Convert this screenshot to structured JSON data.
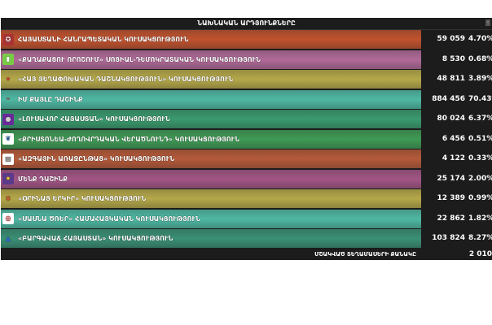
{
  "header": {
    "title": "ՆԱԽՆԱԿԱՆ ԱՐԴՅՈՒՆՔՆԵՐԸ"
  },
  "rows": [
    {
      "name": "ՀԱՅԱՍՏԱՆԻ ՀԱՆՐԱՊԵՏԱԿԱՆ ԿՈՒՍԱԿՑՈՒԹՅՈՒՆ",
      "votes": "59 059",
      "percent": "4.70%",
      "color": "#c0532f"
    },
    {
      "name": "«ՔԱՂԱՔԱՑՈՒ ՈՐՈՇՈՒՄ» ՍՈՑԻԱԼ-ԴԵՄՈԿՐԱՏԱԿԱՆ ԿՈՒՍԱԿՑՈՒԹՅՈՒՆ",
      "votes": "8 530",
      "percent": "0.68%",
      "color": "#b06a98"
    },
    {
      "name": "«ՀԱՅ ՅԵՂԱՓՈԽԱԿԱՆ ԴԱՇՆԱԿՑՈՒԹՅՈՒՆ» ԿՈՒՍԱԿՑՈՒԹՅՈՒՆ",
      "votes": "48 811",
      "percent": "3.89%",
      "color": "#b5a84a"
    },
    {
      "name": "ԻՄ ՔԱՅԼԸ ԴԱՇԻՆՔ",
      "votes": "884 456",
      "percent": "70.43%",
      "color": "#4fb8a3"
    },
    {
      "name": "«ԼՈՒՍԱՎՈՐ ՀԱՅԱՍՏԱՆ» ԿՈՒՍԱԿՑՈՒԹՅՈՒՆ",
      "votes": "80 024",
      "percent": "6.37%",
      "color": "#3a9a6e"
    },
    {
      "name": "«ՔՐԻՍՏՈՆԵԱ-ԺՈՂՈՎՐԴԱԿԱՆ ՎԵՐԱԾՆՈՒՆԴ» ԿՈՒՍԱԿՑՈՒԹՅՈՒՆ",
      "votes": "6 456",
      "percent": "0.51%",
      "color": "#3f9a55"
    },
    {
      "name": "«ԱԶԳԱՅԻՆ ԱՌԱՋԸՆԹԱՑ» ԿՈՒՍԱԿՑՈՒԹՅՈՒՆ",
      "votes": "4 122",
      "percent": "0.33%",
      "color": "#b45a3a"
    },
    {
      "name": "ՄԵՆՔ ԴԱՇԻՆՔ",
      "votes": "25 174",
      "percent": "2.00%",
      "color": "#a25585"
    },
    {
      "name": "«ՕՐԻՆԱՑ ԵՐԿԻՐ» ԿՈՒՍԱԿՑՈՒԹՅՈՒՆ",
      "votes": "12 389",
      "percent": "0.99%",
      "color": "#b5a84a"
    },
    {
      "name": "«ՍԱՍՆԱ ԾՌԵՐ» ՀԱՄԱՀԱՅԿԱԿԱՆ ԿՈՒՍԱԿՑՈՒԹՅՈՒՆ",
      "votes": "22 862",
      "percent": "1.82%",
      "color": "#4fb8a3"
    },
    {
      "name": "«ԲԱՐԳԱՎԱՃ ՀԱՅԱՍՏԱՆ» ԿՈՒՍԱԿՑՈՒԹՅՈՒՆ",
      "votes": "103 824",
      "percent": "8.27%",
      "color": "#3a8f74"
    }
  ],
  "footer": {
    "label": "ՄՇԱԿՎԱԾ ՏԵՂԱՄԱՍԵՐԻ ՔԱՆԱԿԸ",
    "value": "2 010"
  }
}
